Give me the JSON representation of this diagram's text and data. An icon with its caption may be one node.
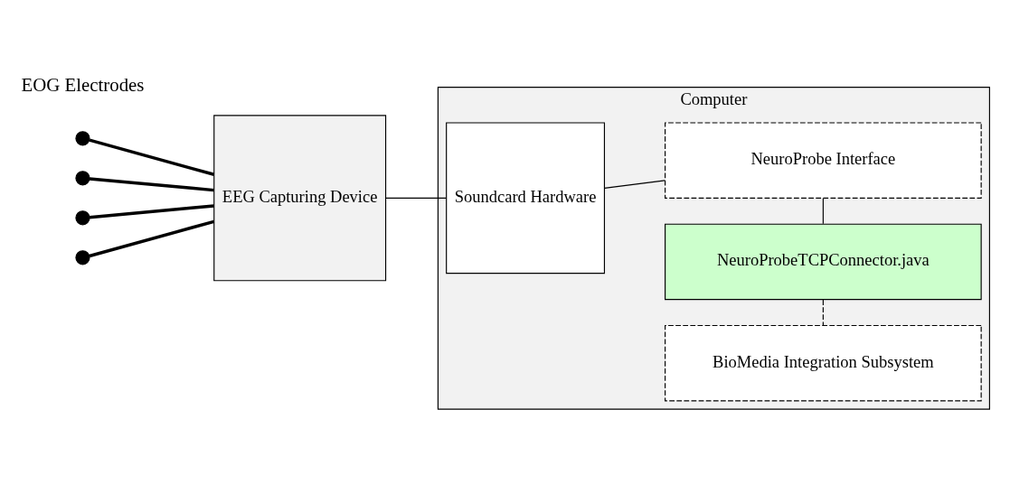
{
  "diagram": {
    "nodes": [
      {
        "text": [
          "Computer"
        ]
      },
      {
        "text": [
          "EEG Capturing Device"
        ]
      },
      {
        "text": [
          "Soundcard Hardware"
        ],
        "in": 0
      },
      {
        "text": [
          "NeuroProbe Interface"
        ],
        "in": 0
      },
      {
        "text": [
          "NeuroProbeTCPConnector.java"
        ],
        "in": 0
      },
      {
        "text": [
          "BioMedia Integration Subsystem"
        ],
        "in": 0
      },
      {
        "text": [],
        "shape": "circle"
      },
      {
        "text": [],
        "shape": "circle"
      },
      {
        "text": [],
        "shape": "circle"
      },
      {
        "text": [],
        "shape": "circle"
      }
    ],
    "edges": [
      {
        "from": 6,
        "to": 1,
        "arrow": "none",
        "style": "thick"
      },
      {
        "from": 7,
        "to": 1,
        "arrow": "none",
        "style": "thick"
      },
      {
        "from": 8,
        "to": 1,
        "arrow": "none",
        "style": "thick"
      },
      {
        "from": 9,
        "to": 1,
        "arrow": "none",
        "style": "thick"
      },
      {
        "from": 1,
        "to": 2,
        "arrow": "none"
      },
      {
        "from": 2,
        "to": 3,
        "arrow": "none"
      },
      {
        "from": 3,
        "to": 4,
        "arrow": "none"
      },
      {
        "from": 4,
        "to": 5,
        "arrow": "none",
        "style": "dashed"
      }
    ],
    "labels": [
      "EOG Electrodes"
    ]
  }
}
